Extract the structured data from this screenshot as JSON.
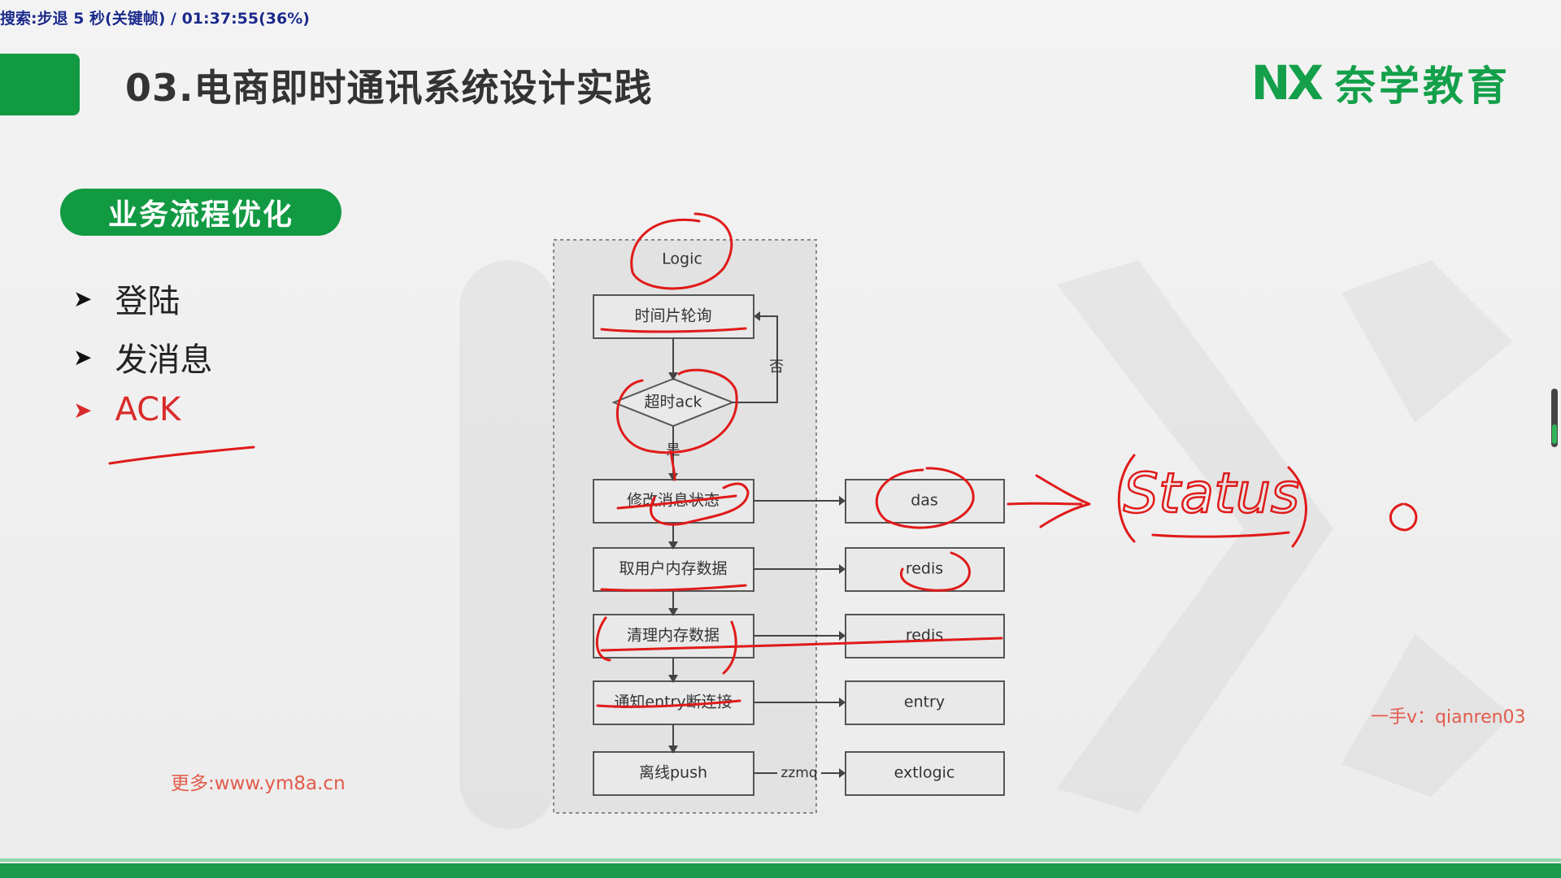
{
  "overlay": {
    "text": "搜索:步退 5 秒(关键帧) / 01:37:55(36%)"
  },
  "slide": {
    "title": "03.电商即时通讯系统设计实践",
    "logo_mark": "NX",
    "logo_text": "奈学教育",
    "section": "业务流程优化",
    "bullets": [
      {
        "label": "登陆",
        "active": false
      },
      {
        "label": "发消息",
        "active": false
      },
      {
        "label": "ACK",
        "active": true
      }
    ],
    "watermark_left": "更多:www.ym8a.cn",
    "watermark_right": "一手v：qianren03"
  },
  "flowchart": {
    "start": "Logic",
    "steps": [
      "时间片轮询",
      "超时ack",
      "修改消息状态",
      "取用户内存数据",
      "清理内存数据",
      "通知entry断连接",
      "离线push"
    ],
    "branch_no": "否",
    "branch_yes": "是",
    "targets": [
      "das",
      "redis",
      "redis",
      "entry",
      "extlogic"
    ],
    "edge_label": "zzmq"
  },
  "annotations": {
    "status_text": "Status",
    "zero": "0"
  },
  "colors": {
    "brand_green": "#129a43",
    "annotation_red": "#e01a1a",
    "active_bullet": "#d92b2b"
  }
}
